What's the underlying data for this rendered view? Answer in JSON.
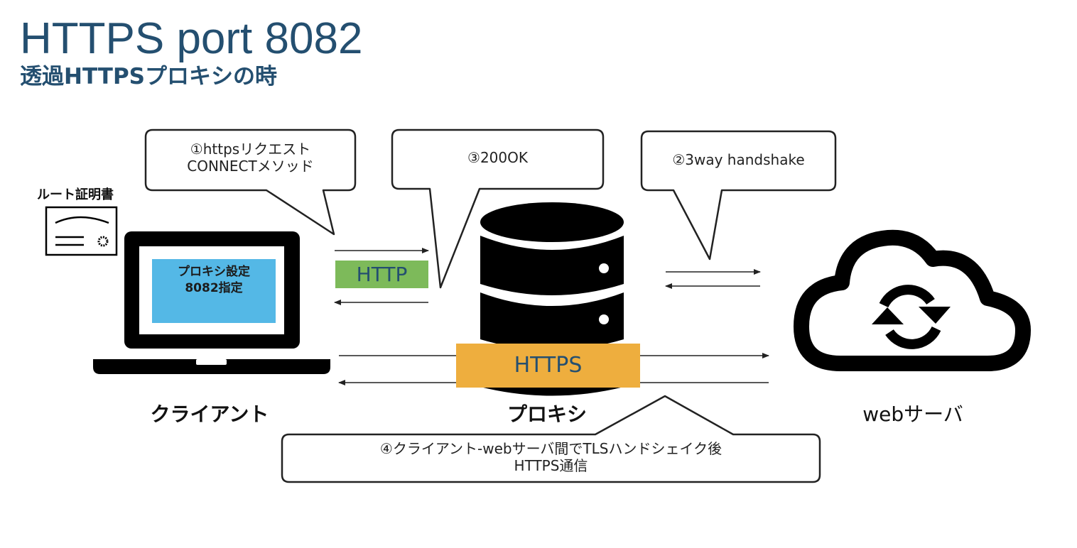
{
  "title": "HTTPS port 8082",
  "subtitle": "透過HTTPSプロキシの時",
  "colors": {
    "title": "#244f70",
    "http_badge": "#7dba5a",
    "https_badge": "#eeae3e",
    "screen": "#54b8e6",
    "icon": "#000000"
  },
  "nodes": {
    "client": {
      "label": "クライアント",
      "icon": "laptop-icon"
    },
    "proxy": {
      "label": "プロキシ",
      "icon": "database-server-icon"
    },
    "server": {
      "label": "webサーバ",
      "icon": "cloud-sync-icon"
    }
  },
  "certificate": {
    "label": "ルート証明書",
    "icon": "certificate-icon"
  },
  "client_screen": {
    "line1": "プロキシ設定",
    "line2": "8082指定"
  },
  "bubbles": [
    {
      "step": "①",
      "line1": "①httpsリクエスト",
      "line2": "CONNECTメソッド"
    },
    {
      "step": "②",
      "line1": "②3way handshake"
    },
    {
      "step": "③",
      "line1": "③200OK"
    },
    {
      "step": "④",
      "line1": "④クライアント-webサーバ間でTLSハンドシェイク後",
      "line2": "HTTPS通信"
    }
  ],
  "protocols": {
    "http": "HTTP",
    "https": "HTTPS"
  }
}
